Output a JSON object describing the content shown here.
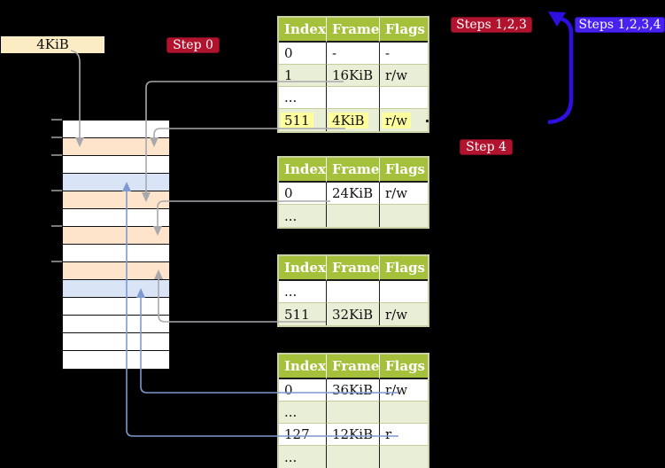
{
  "frame_label": "4KiB",
  "badges": {
    "step0": "Step 0",
    "steps123": "Steps 1,2,3",
    "steps1234": "Steps 1,2,3,4",
    "step4": "Step 4"
  },
  "columns": {
    "index": "Index",
    "frame": "Frame",
    "flags": "Flags"
  },
  "tables": {
    "t1": {
      "rows": [
        [
          "0",
          "-",
          "-"
        ],
        [
          "1",
          "16KiB",
          "r/w"
        ],
        [
          "...",
          "",
          ""
        ],
        [
          "511",
          "4KiB",
          "r/w"
        ]
      ],
      "highlighted_index": "511"
    },
    "t2": {
      "rows": [
        [
          "0",
          "24KiB",
          "r/w"
        ],
        [
          "...",
          "",
          ""
        ]
      ]
    },
    "t3": {
      "rows": [
        [
          "...",
          "",
          ""
        ],
        [
          "511",
          "32KiB",
          "r/w"
        ]
      ]
    },
    "t4": {
      "rows": [
        [
          "0",
          "36KiB",
          "r/w"
        ],
        [
          "...",
          "",
          ""
        ],
        [
          "127",
          "12KiB",
          "r"
        ],
        [
          "...",
          "",
          ""
        ]
      ]
    }
  },
  "memory": {
    "row_colors": [
      "white",
      "peach",
      "white",
      "blue",
      "peach",
      "white",
      "peach",
      "white",
      "peach",
      "blue",
      "white",
      "white",
      "white",
      "white"
    ]
  },
  "connectors": [
    {
      "from": "frame-label-4KiB",
      "to": "memory-row-2",
      "color": "gray",
      "direction": "down"
    },
    {
      "from": "table1-entry-1-16KiB",
      "to": "memory-row-5",
      "color": "gray",
      "direction": "down"
    },
    {
      "from": "table1-entry-511-4KiB",
      "to": "memory-row-2",
      "color": "gray",
      "direction": "down"
    },
    {
      "from": "table2-entry-0-24KiB",
      "to": "memory-row-7",
      "color": "gray",
      "direction": "down"
    },
    {
      "from": "table3-entry-511-32KiB",
      "to": "memory-row-9",
      "color": "gray",
      "direction": "up"
    },
    {
      "from": "table4-entry-0-36KiB",
      "to": "memory-row-10",
      "color": "steel-blue",
      "direction": "up"
    },
    {
      "from": "table4-entry-127-12KiB",
      "to": "memory-row-4",
      "color": "steel-blue",
      "direction": "up"
    },
    {
      "from": "table1-entry-511",
      "to": "table1-top",
      "color": "deep-blue",
      "style": "thick-recursive-loop"
    }
  ],
  "colors": {
    "background": "#000000",
    "table_header": "#a5c13c",
    "table_row_alt": "#e9eed6",
    "table_border": "#cbd2a6",
    "highlight_yellow": "#ffff9e",
    "frame_label_bg": "#fcecc4",
    "memory_peach": "#fde4cb",
    "memory_blue": "#d9e5f6",
    "badge_red": "#b1122d",
    "badge_blue": "#4a22f0",
    "arrow_gray": "#a9a9ad",
    "arrow_steel_blue": "#7d99cd",
    "arrow_deep_blue": "#2d10e0"
  }
}
